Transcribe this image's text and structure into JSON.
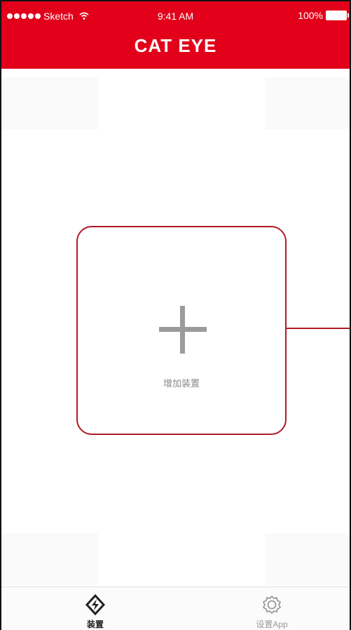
{
  "status_bar": {
    "carrier": "Sketch",
    "time": "9:41 AM",
    "battery": "100%"
  },
  "header": {
    "title": "CAT EYE"
  },
  "main": {
    "add_device_label": "增加装置"
  },
  "tab_bar": {
    "tabs": [
      {
        "label": "装置",
        "icon": "device-icon",
        "active": true
      },
      {
        "label": "设置App",
        "icon": "gear-icon",
        "active": false
      }
    ]
  },
  "colors": {
    "header_bg": "#e2001a",
    "card_border": "#b21a24",
    "plus": "#9b9b9b"
  }
}
